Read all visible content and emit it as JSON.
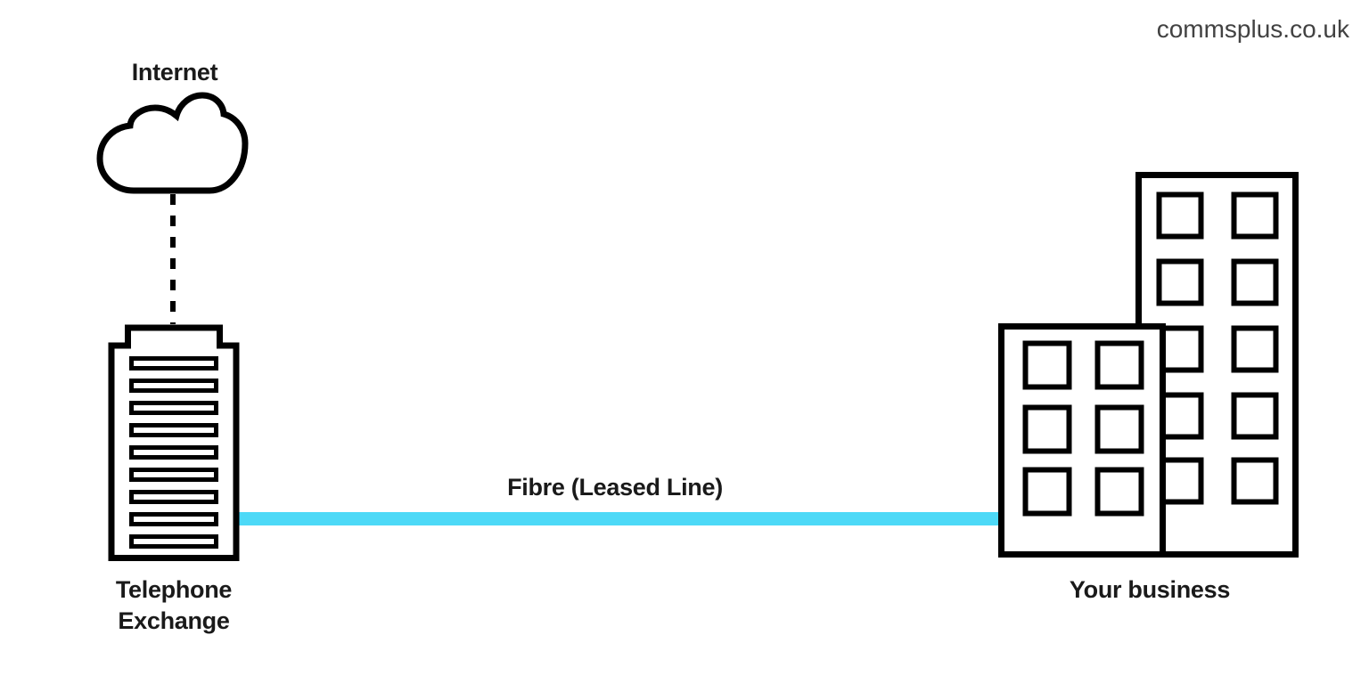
{
  "page": {
    "background": "#ffffff"
  },
  "watermark": {
    "text": "commsplus.co.uk",
    "color": "#424242"
  },
  "colors": {
    "stroke": "#000000",
    "label_text": "#1a1a1a",
    "fibre": "#4dd9f7"
  },
  "nodes": {
    "internet": {
      "label": "Internet",
      "icon": "cloud-outline"
    },
    "exchange": {
      "label_line1": "Telephone",
      "label_line2": "Exchange",
      "icon": "exchange-building-with-slats",
      "slat_count": 9
    },
    "business": {
      "label": "Your business",
      "icon": "two-office-buildings-with-windows"
    }
  },
  "connections": {
    "internet_to_exchange": {
      "style": "dashed"
    },
    "fibre": {
      "label": "Fibre (Leased Line)",
      "color": "#4dd9f7"
    }
  }
}
